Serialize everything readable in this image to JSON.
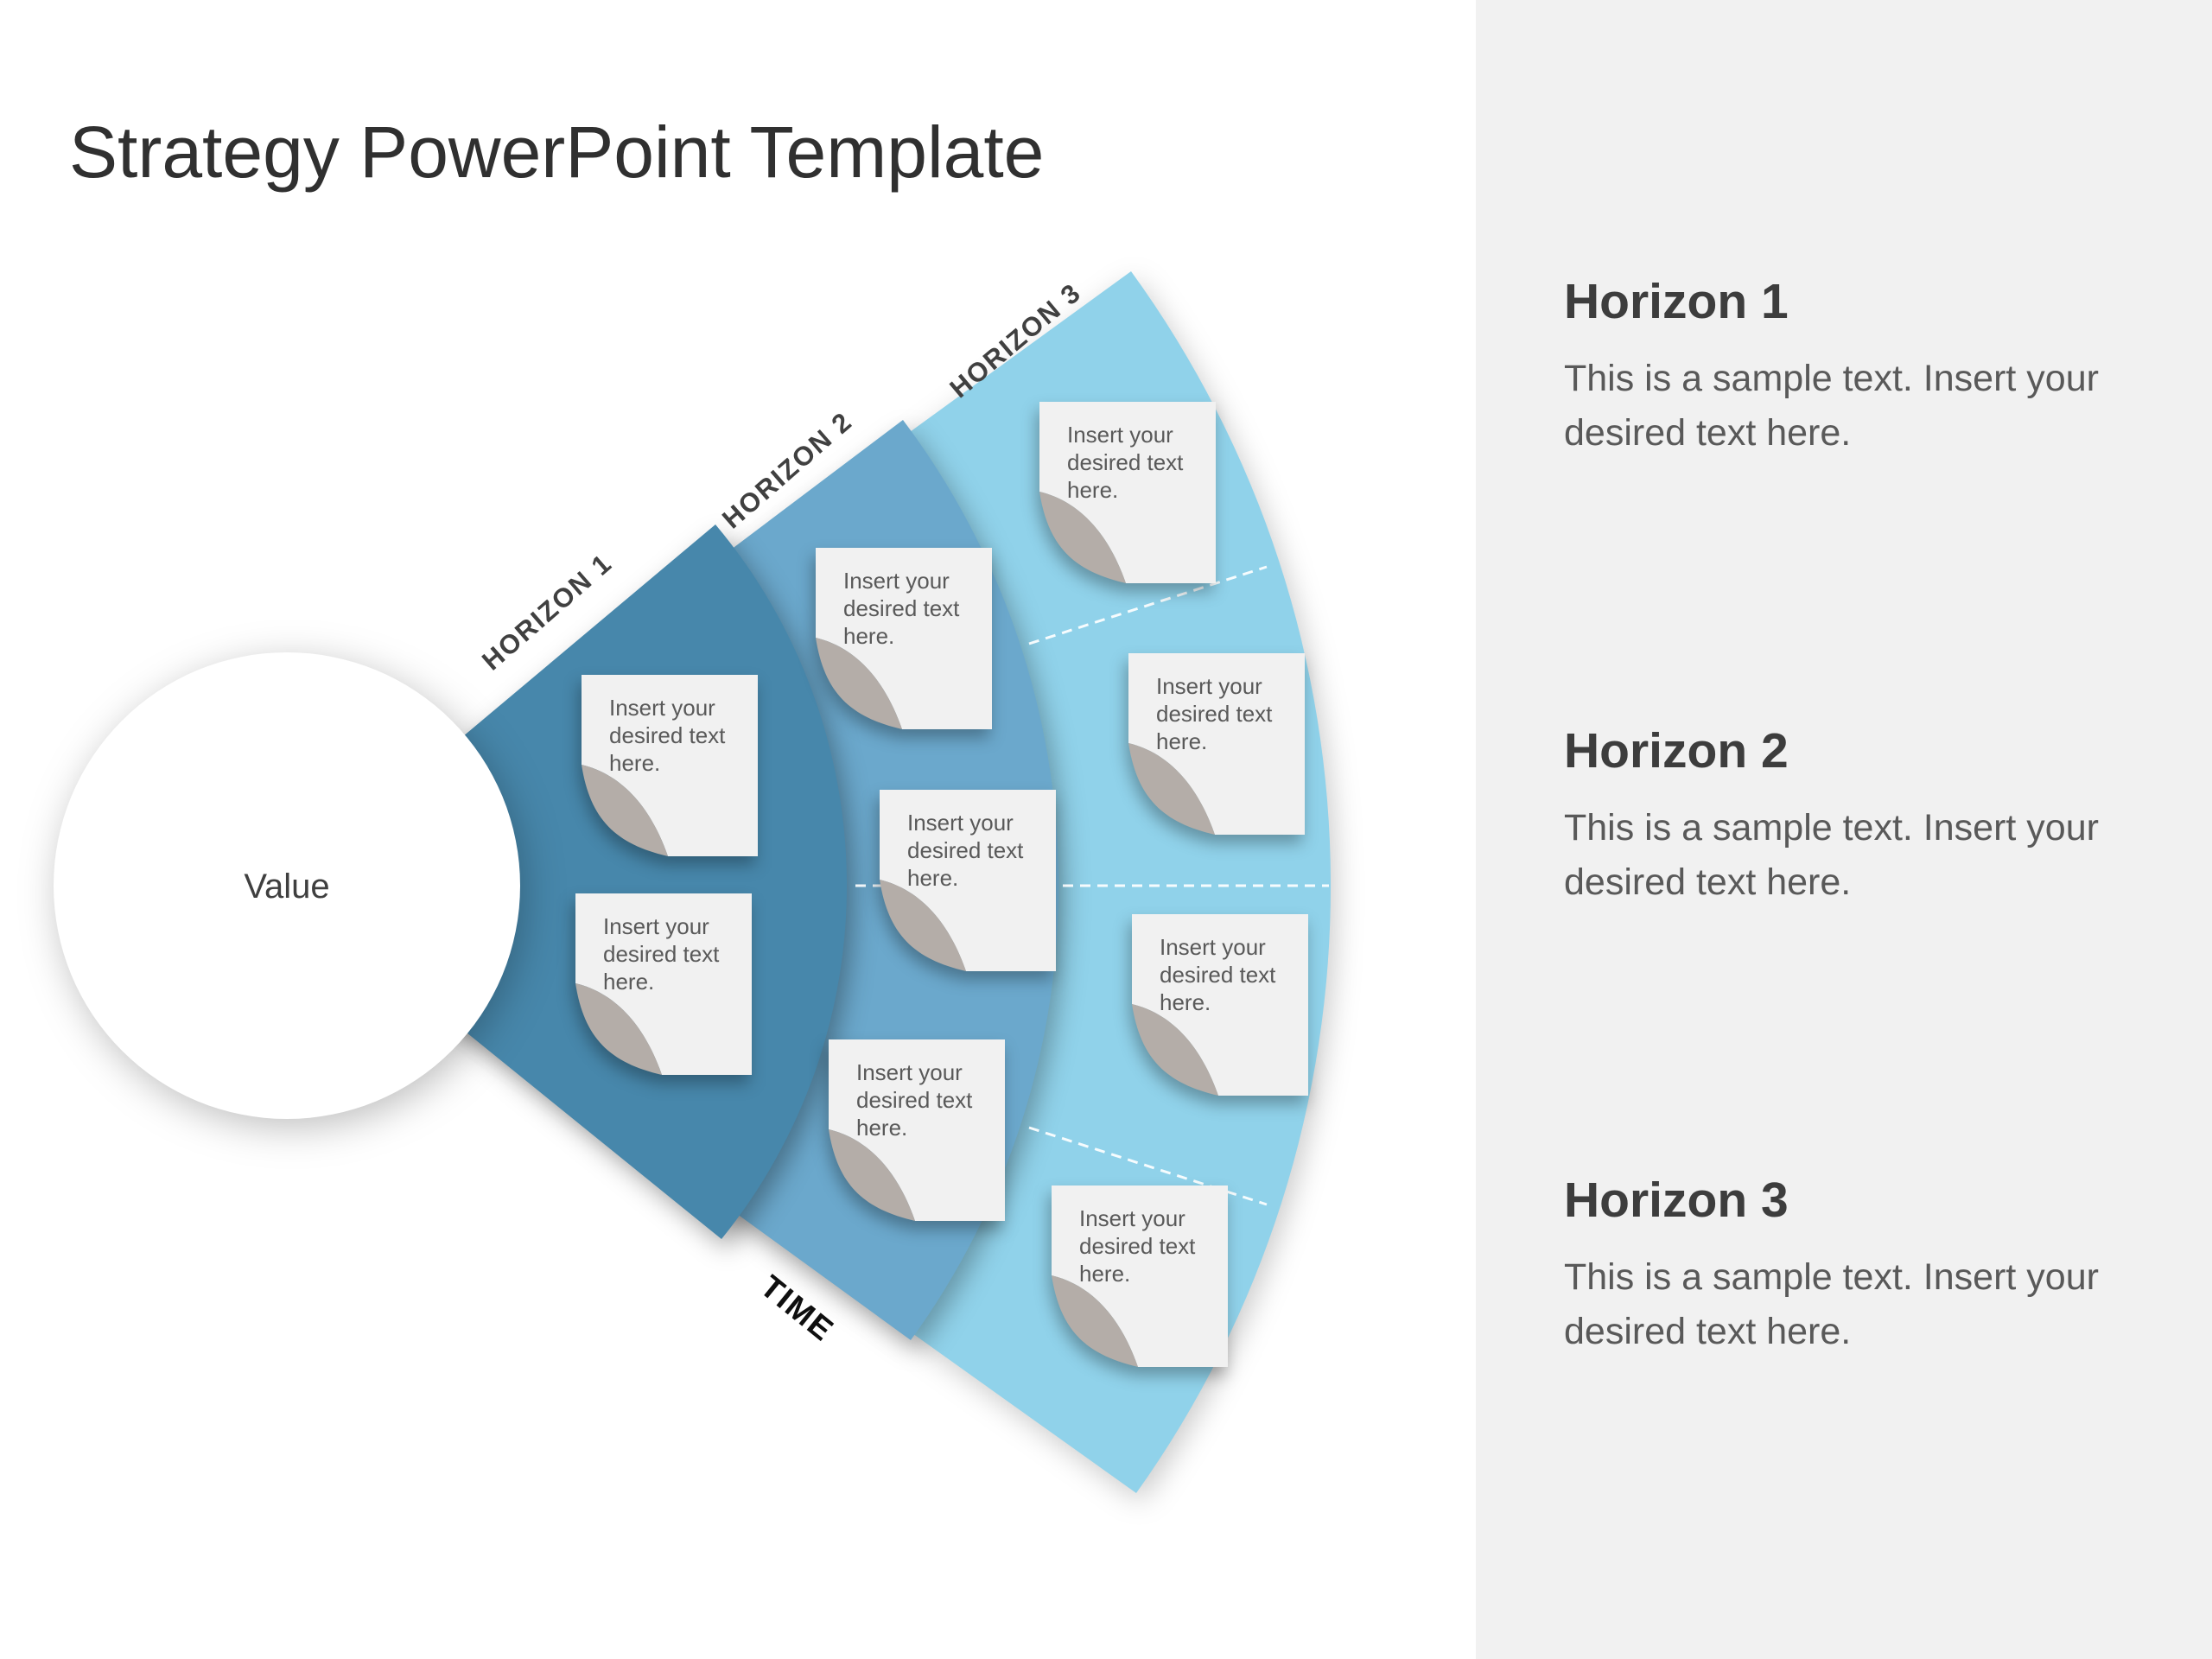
{
  "title": "Strategy PowerPoint Template",
  "diagram": {
    "center_label": "Value",
    "time_label": "TIME",
    "note_text": "Insert your desired text here.",
    "horizons": [
      {
        "label": "HORIZON 1",
        "color": "#4787AB",
        "note_count": 2
      },
      {
        "label": "HORIZON 2",
        "color": "#6BA8CC",
        "note_count": 3
      },
      {
        "label": "HORIZON 3",
        "color": "#90D2EA",
        "note_count": 4
      }
    ]
  },
  "sidebar": {
    "sections": [
      {
        "heading": "Horizon 1",
        "body": "This is a sample text. Insert your desired text here."
      },
      {
        "heading": "Horizon 2",
        "body": "This is a sample text. Insert your desired text here."
      },
      {
        "heading": "Horizon 3",
        "body": "This is a sample text. Insert your desired text here."
      }
    ]
  },
  "colors": {
    "horizon1": "#4787AB",
    "horizon2": "#6BA8CC",
    "horizon3": "#90D2EA",
    "sidebar_background": "#F1F1F1",
    "note_paper": "#F1F1F1",
    "note_fold": "#B4ADA8",
    "title_text": "#303030",
    "body_text": "#595959",
    "divider": "#FFFFFF"
  }
}
